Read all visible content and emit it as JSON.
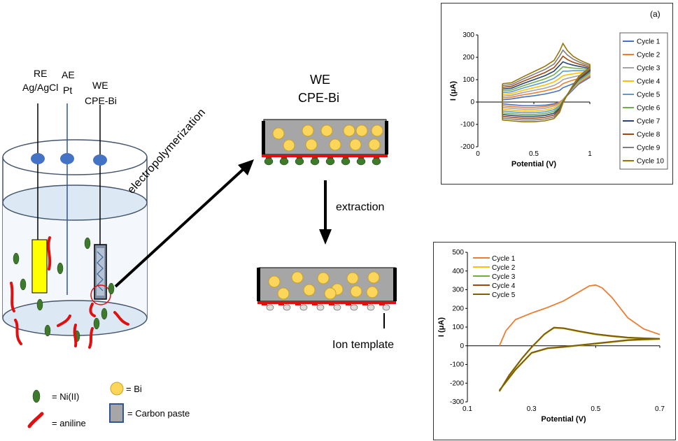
{
  "diagram": {
    "re_label": "RE",
    "re_sub": "Ag/AgCl",
    "ae_label": "AE",
    "ae_sub": "Pt",
    "we_label": "WE",
    "we_sub": "CPE-Bi",
    "arrow1_label": "electropolymerization",
    "electrode_title": "WE",
    "electrode_sub": "CPE-Bi",
    "arrow2_label": "extraction",
    "ion_template_label": "Ion template",
    "legend": {
      "ni": "= Ni(II)",
      "aniline": "= aniline",
      "bi": "= Bi",
      "carbon": "= Carbon paste"
    },
    "colors": {
      "ni": "#3e7a2c",
      "aniline": "#e01010",
      "bi": "#fbd65a",
      "carbon": "#a6a6a6",
      "electrode_dot": "#4472c4",
      "solution": "#dce9f5"
    }
  },
  "chart_data": [
    {
      "type": "line",
      "panel_label": "(a)",
      "xlabel": "Potential (V)",
      "ylabel": "I (μA)",
      "xlim": [
        0,
        1
      ],
      "ylim": [
        -200,
        300
      ],
      "xticks": [
        "0",
        "0.5",
        "1"
      ],
      "yticks": [
        "300",
        "200",
        "100",
        "0",
        "-100",
        "-200"
      ],
      "x": [
        0.22,
        0.3,
        0.4,
        0.5,
        0.6,
        0.68,
        0.73,
        0.76,
        0.8,
        0.85,
        0.9,
        0.95,
        1.0
      ],
      "series": [
        {
          "name": "Cycle 1",
          "color": "#4472c4",
          "forward": [
            10,
            14,
            22,
            28,
            36,
            45,
            52,
            64,
            72,
            82,
            92,
            102,
            112
          ],
          "reverse": [
            -8,
            -12,
            -16,
            -16,
            -14,
            -8,
            0,
            10,
            30,
            55,
            80,
            95,
            110
          ]
        },
        {
          "name": "Cycle 2",
          "color": "#ed7d31",
          "forward": [
            18,
            22,
            32,
            40,
            50,
            60,
            70,
            82,
            90,
            98,
            105,
            112,
            118
          ],
          "reverse": [
            -16,
            -20,
            -24,
            -24,
            -20,
            -12,
            -2,
            12,
            34,
            60,
            84,
            100,
            115
          ]
        },
        {
          "name": "Cycle 3",
          "color": "#a5a5a5",
          "forward": [
            26,
            30,
            42,
            52,
            62,
            74,
            88,
            100,
            106,
            112,
            118,
            122,
            125
          ],
          "reverse": [
            -24,
            -28,
            -32,
            -32,
            -28,
            -18,
            -6,
            10,
            34,
            62,
            88,
            104,
            120
          ]
        },
        {
          "name": "Cycle 4",
          "color": "#ffc000",
          "forward": [
            34,
            38,
            52,
            64,
            76,
            90,
            106,
            118,
            122,
            126,
            130,
            132,
            132
          ],
          "reverse": [
            -32,
            -36,
            -40,
            -40,
            -36,
            -26,
            -10,
            8,
            34,
            64,
            92,
            108,
            125
          ]
        },
        {
          "name": "Cycle 5",
          "color": "#5b9bd5",
          "forward": [
            42,
            46,
            62,
            76,
            90,
            106,
            124,
            138,
            138,
            140,
            140,
            140,
            138
          ],
          "reverse": [
            -40,
            -44,
            -48,
            -48,
            -44,
            -34,
            -16,
            6,
            34,
            66,
            95,
            112,
            130
          ]
        },
        {
          "name": "Cycle 6",
          "color": "#70ad47",
          "forward": [
            50,
            54,
            72,
            88,
            104,
            122,
            144,
            158,
            155,
            152,
            150,
            148,
            145
          ],
          "reverse": [
            -48,
            -52,
            -56,
            -56,
            -52,
            -42,
            -22,
            4,
            34,
            68,
            98,
            116,
            135
          ]
        },
        {
          "name": "Cycle 7",
          "color": "#264478",
          "forward": [
            58,
            62,
            82,
            100,
            118,
            138,
            164,
            180,
            172,
            165,
            160,
            155,
            150
          ],
          "reverse": [
            -56,
            -60,
            -64,
            -64,
            -60,
            -50,
            -28,
            2,
            34,
            70,
            102,
            120,
            140
          ]
        },
        {
          "name": "Cycle 8",
          "color": "#9e480e",
          "forward": [
            66,
            70,
            92,
            112,
            132,
            154,
            184,
            205,
            190,
            178,
            170,
            163,
            155
          ],
          "reverse": [
            -64,
            -68,
            -72,
            -72,
            -68,
            -58,
            -34,
            0,
            34,
            72,
            106,
            125,
            145
          ]
        },
        {
          "name": "Cycle 9",
          "color": "#7f7f7f",
          "forward": [
            74,
            78,
            102,
            124,
            146,
            170,
            206,
            232,
            210,
            192,
            180,
            170,
            162
          ],
          "reverse": [
            -72,
            -76,
            -80,
            -80,
            -76,
            -66,
            -40,
            -2,
            34,
            74,
            110,
            130,
            150
          ]
        },
        {
          "name": "Cycle 10",
          "color": "#997300",
          "forward": [
            82,
            86,
            112,
            136,
            160,
            186,
            228,
            262,
            230,
            205,
            190,
            178,
            168
          ],
          "reverse": [
            -80,
            -84,
            -88,
            -88,
            -84,
            -74,
            -46,
            -4,
            34,
            76,
            114,
            135,
            155
          ]
        }
      ]
    },
    {
      "type": "line",
      "xlabel": "Potential (V)",
      "ylabel": "I (μA)",
      "xlim": [
        0.1,
        0.7
      ],
      "ylim": [
        -300,
        500
      ],
      "xticks": [
        "0.1",
        "0.3",
        "0.5",
        "0.7"
      ],
      "yticks": [
        "500",
        "400",
        "300",
        "200",
        "100",
        "0",
        "-100",
        "-200",
        "-300"
      ],
      "series": [
        {
          "name": "Cycle 1",
          "color": "#ed7d31",
          "x": [
            0.2,
            0.22,
            0.25,
            0.3,
            0.35,
            0.4,
            0.45,
            0.48,
            0.5,
            0.52,
            0.55,
            0.6,
            0.65,
            0.7
          ],
          "y": [
            0,
            80,
            140,
            175,
            205,
            240,
            290,
            320,
            325,
            310,
            260,
            150,
            90,
            60
          ]
        },
        {
          "name": "Cycle 2",
          "color": "#ffc000",
          "x": [
            0.2,
            0.23,
            0.27,
            0.3,
            0.34,
            0.37,
            0.4,
            0.45,
            0.5,
            0.55,
            0.6,
            0.65,
            0.7,
            0.65,
            0.6,
            0.5,
            0.4,
            0.35,
            0.3,
            0.25,
            0.2
          ],
          "y": [
            -245,
            -160,
            -70,
            -10,
            60,
            95,
            92,
            75,
            60,
            50,
            42,
            38,
            35,
            32,
            28,
            10,
            -8,
            -15,
            -40,
            -130,
            -240
          ]
        },
        {
          "name": "Cycle 3",
          "color": "#70ad47",
          "x": [
            0.2,
            0.23,
            0.27,
            0.3,
            0.34,
            0.37,
            0.4,
            0.45,
            0.5,
            0.55,
            0.6,
            0.65,
            0.7,
            0.65,
            0.6,
            0.5,
            0.4,
            0.35,
            0.3,
            0.25,
            0.2
          ],
          "y": [
            -244,
            -159,
            -69,
            -9,
            61,
            96,
            93,
            76,
            61,
            51,
            43,
            39,
            36,
            33,
            29,
            11,
            -7,
            -14,
            -39,
            -129,
            -239
          ]
        },
        {
          "name": "Cycle 4",
          "color": "#9e480e",
          "x": [
            0.2,
            0.23,
            0.27,
            0.3,
            0.34,
            0.37,
            0.4,
            0.45,
            0.5,
            0.55,
            0.6,
            0.65,
            0.7,
            0.65,
            0.6,
            0.5,
            0.4,
            0.35,
            0.3,
            0.25,
            0.2
          ],
          "y": [
            -243,
            -158,
            -68,
            -8,
            62,
            97,
            94,
            77,
            62,
            52,
            44,
            40,
            37,
            34,
            30,
            12,
            -6,
            -13,
            -38,
            -128,
            -238
          ]
        },
        {
          "name": "Cycle 5",
          "color": "#7f6000",
          "x": [
            0.2,
            0.23,
            0.27,
            0.3,
            0.34,
            0.37,
            0.4,
            0.45,
            0.5,
            0.55,
            0.6,
            0.65,
            0.7,
            0.65,
            0.6,
            0.5,
            0.4,
            0.35,
            0.3,
            0.25,
            0.2
          ],
          "y": [
            -242,
            -157,
            -67,
            -7,
            63,
            98,
            95,
            78,
            63,
            53,
            45,
            41,
            38,
            35,
            31,
            13,
            -5,
            -12,
            -37,
            -127,
            -237
          ]
        }
      ]
    }
  ]
}
